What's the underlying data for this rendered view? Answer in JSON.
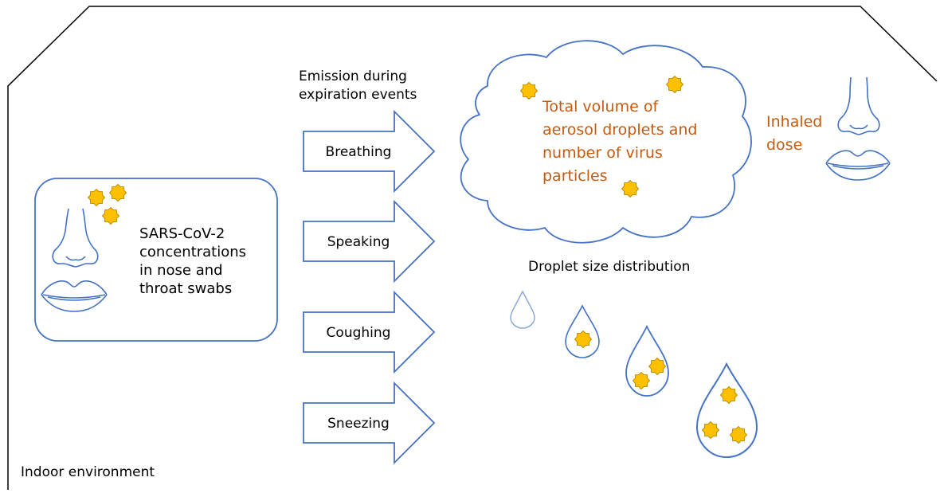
{
  "environment": {
    "label": "Indoor environment"
  },
  "source": {
    "text_lines": [
      "SARS-CoV-2",
      "concentrations",
      "in nose and",
      "throat swabs"
    ]
  },
  "emission": {
    "title_lines": [
      "Emission during",
      "expiration events"
    ],
    "events": [
      "Breathing",
      "Speaking",
      "Coughing",
      "Sneezing"
    ]
  },
  "cloud": {
    "text_lines": [
      "Total volume of",
      "aerosol droplets and",
      "number of virus",
      "particles"
    ]
  },
  "inhaled": {
    "text_lines": [
      "Inhaled",
      "dose"
    ]
  },
  "droplets": {
    "title": "Droplet size distribution"
  },
  "colors": {
    "outline": "#4472C4",
    "accent_text": "#C55A11",
    "virus_fill": "#FFC000",
    "virus_stroke": "#BF8F00",
    "border": "#000000",
    "droplet_small": "#8EA9DB"
  }
}
